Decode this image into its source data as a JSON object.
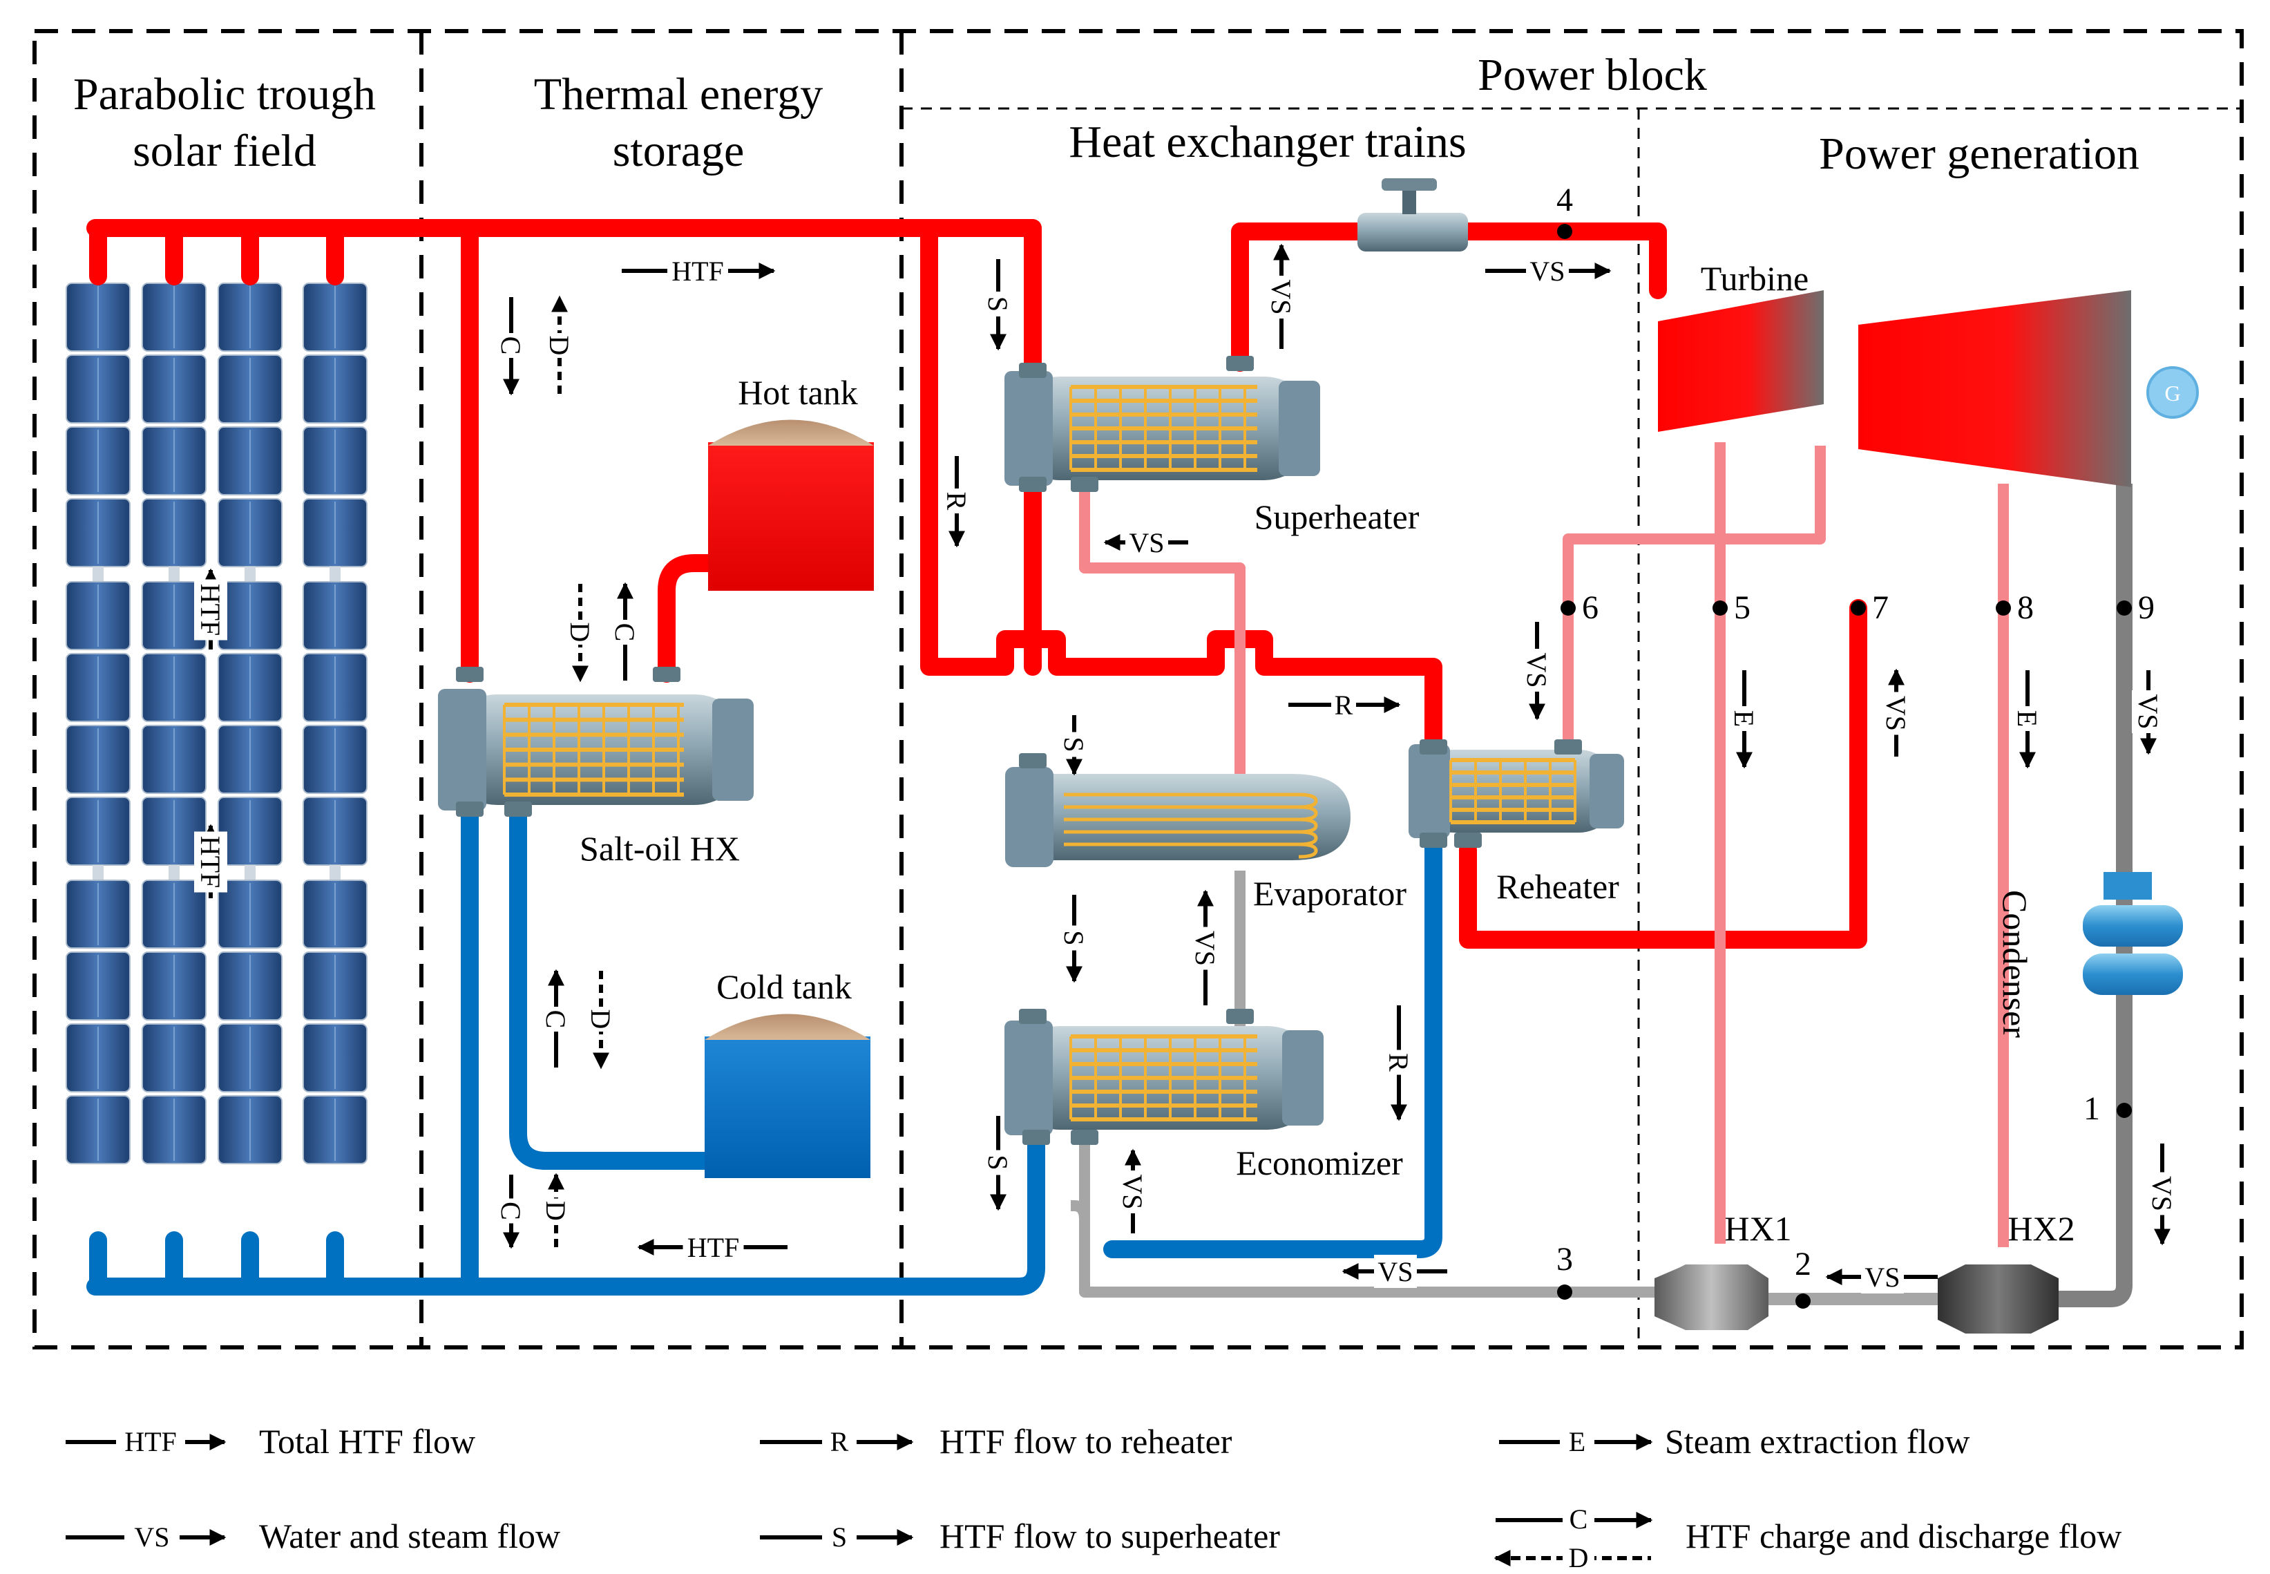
{
  "sections": {
    "solar_field_l1": "Parabolic trough",
    "solar_field_l2": "solar field",
    "tes_l1": "Thermal energy",
    "tes_l2": "storage",
    "power_block": "Power block",
    "hx_trains": "Heat exchanger trains",
    "power_gen": "Power generation"
  },
  "components": {
    "hot_tank": "Hot tank",
    "cold_tank": "Cold tank",
    "salt_oil_hx": "Salt-oil HX",
    "superheater": "Superheater",
    "evaporator": "Evaporator",
    "economizer": "Economizer",
    "reheater": "Reheater",
    "turbine": "Turbine",
    "condenser": "Condenser",
    "hx1": "HX1",
    "hx2": "HX2",
    "generator": "G"
  },
  "points": [
    "1",
    "2",
    "3",
    "4",
    "5",
    "6",
    "7",
    "8",
    "9"
  ],
  "flow_codes": {
    "htf": "HTF",
    "vs": "VS",
    "s": "S",
    "r": "R",
    "e": "E",
    "c": "C",
    "d": "D"
  },
  "legend": [
    {
      "code": "HTF",
      "label": "Total HTF flow"
    },
    {
      "code": "R",
      "label": "HTF flow to reheater"
    },
    {
      "code": "E",
      "label": "Steam extraction flow"
    },
    {
      "code": "VS",
      "label": "Water and steam flow"
    },
    {
      "code": "S",
      "label": "HTF flow to superheater"
    },
    {
      "code": "C",
      "code2": "D",
      "label": "HTF charge and discharge flow"
    }
  ],
  "colors": {
    "hot_htf": "#ff0000",
    "cold_htf": "#0070c0",
    "steam_pink": "#f4868c",
    "water_grey": "#a6a6a6",
    "condensate_grey": "#808080",
    "coil": "#f2b233",
    "vessel": "#8fa8b4",
    "collector": "#2f5f9e"
  }
}
